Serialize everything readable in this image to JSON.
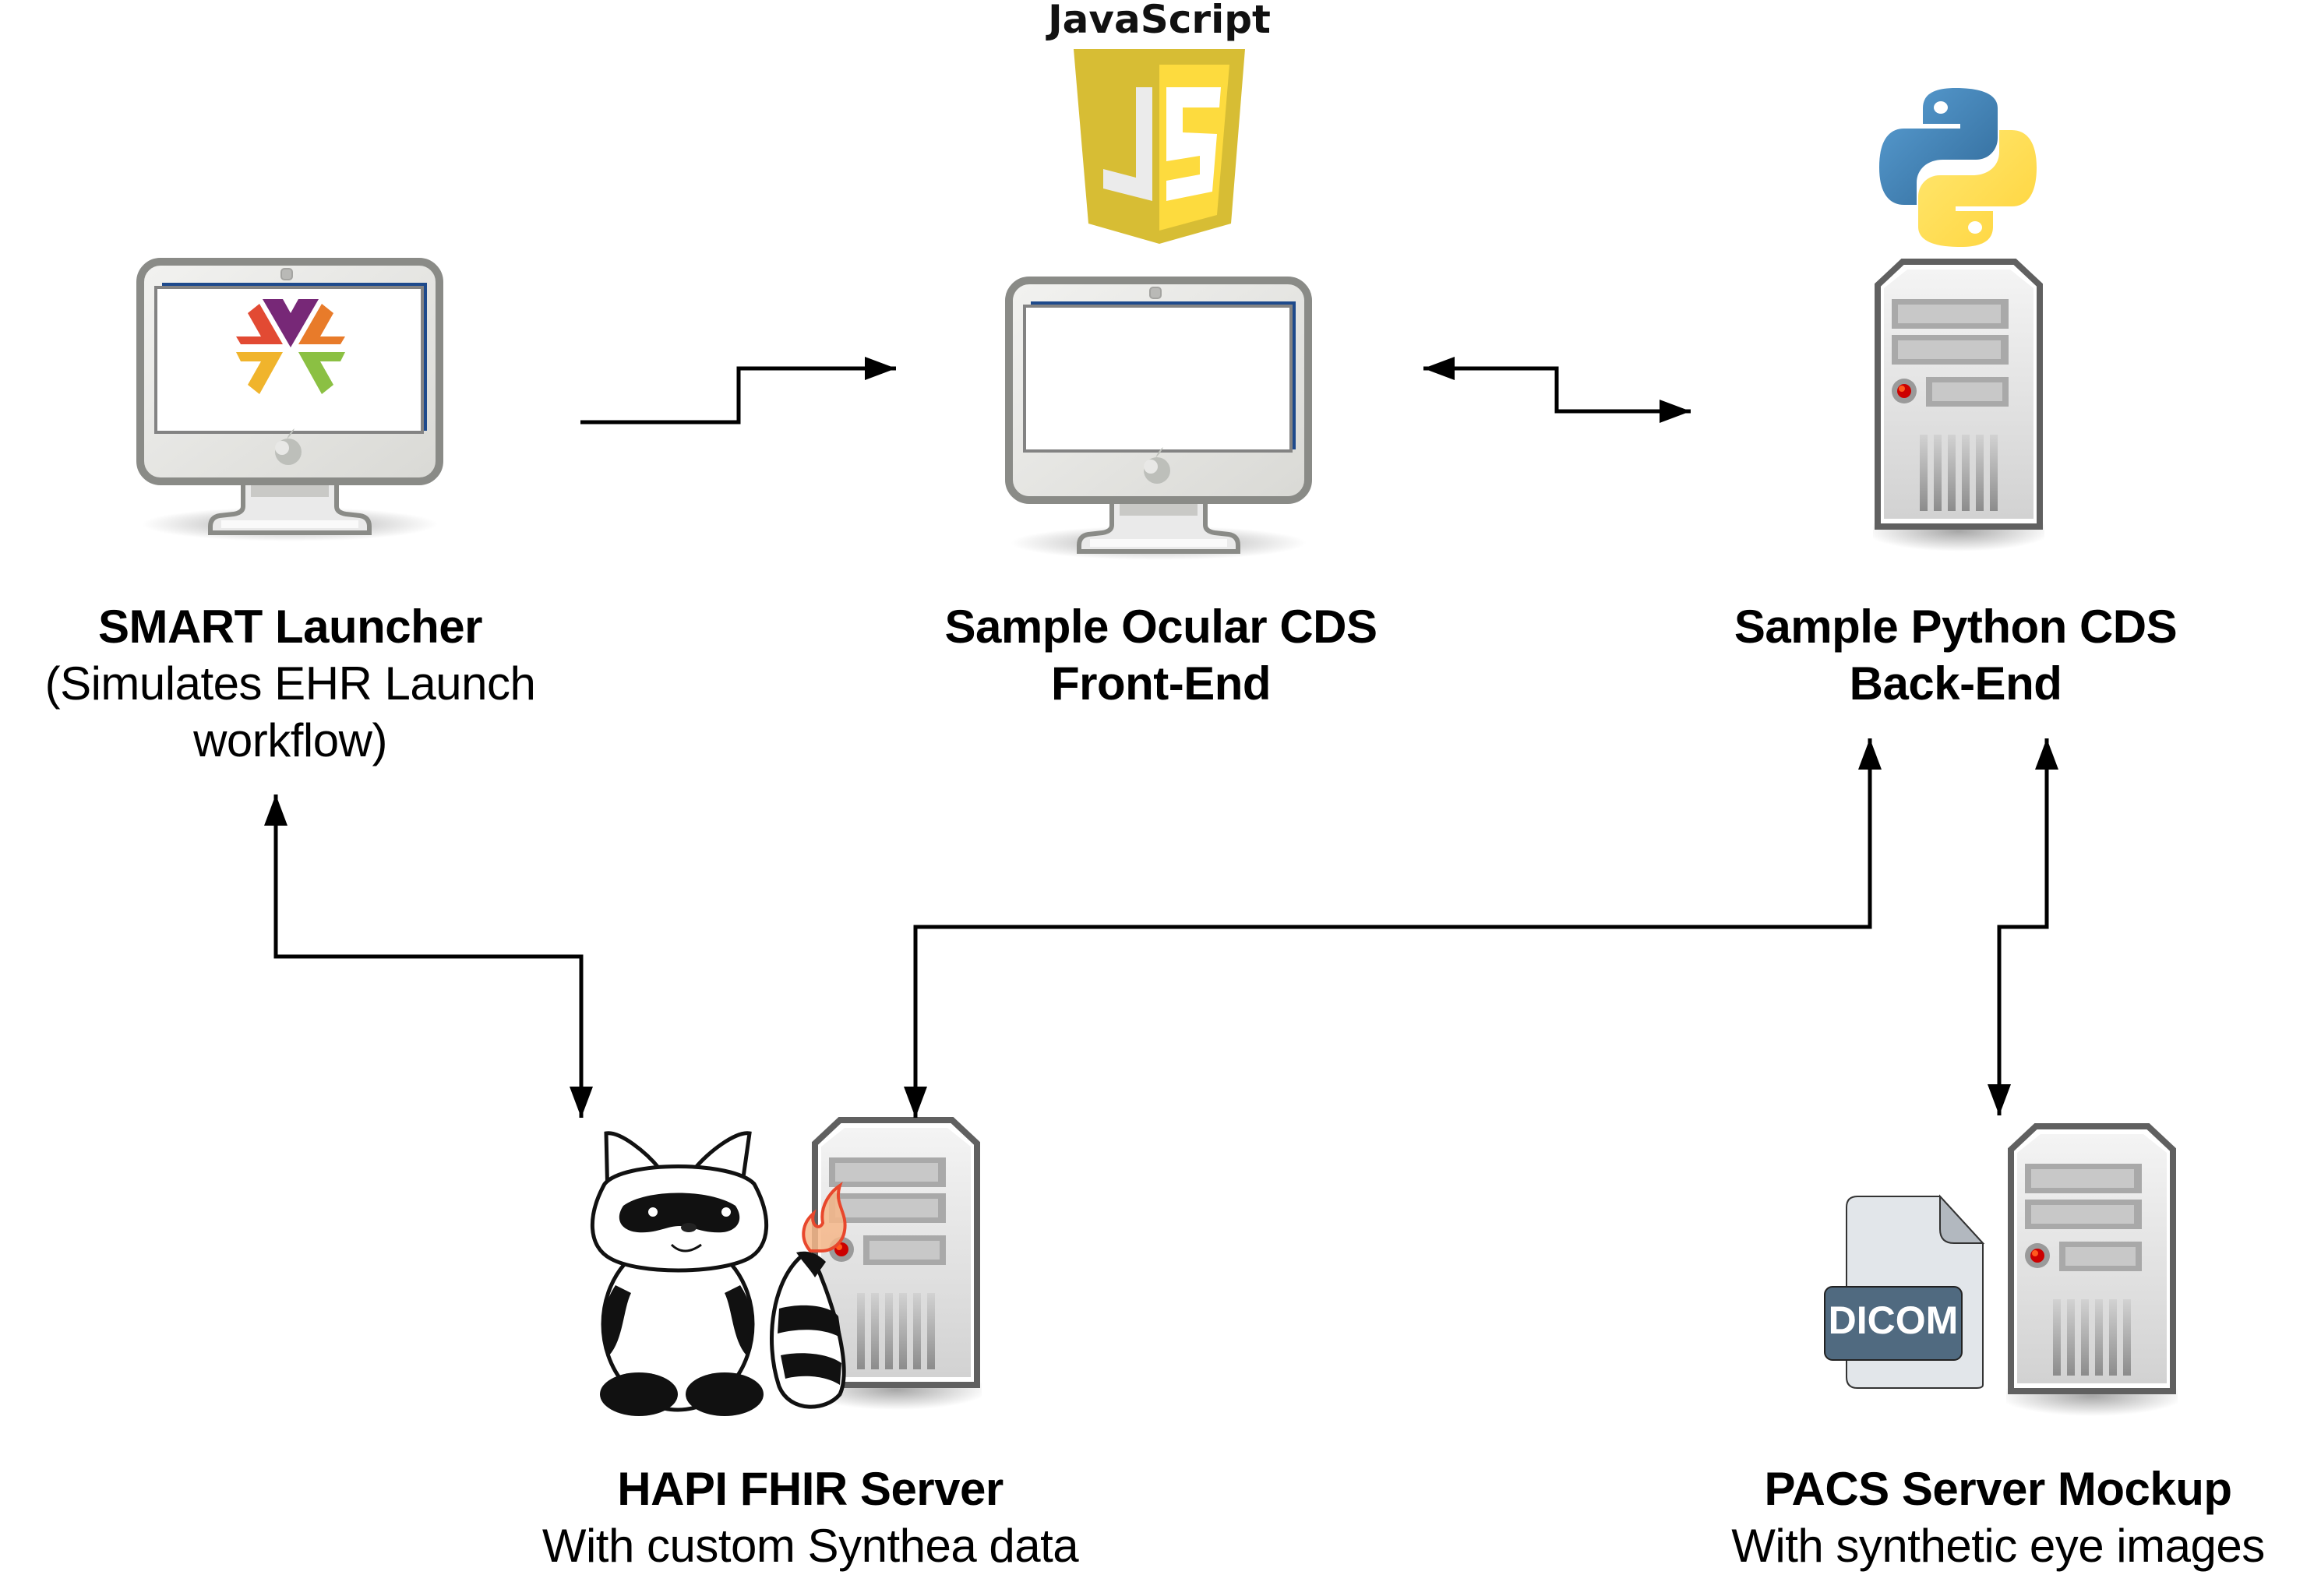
{
  "diagram": {
    "nodes": {
      "smart_launcher": {
        "title": "SMART Launcher",
        "subtitle_line1": "(Simulates EHR Launch",
        "subtitle_line2": "workflow)",
        "icon": "desktop-monitor-icon",
        "logo": "smart-on-fhir-logo",
        "logo_colors": [
          "#e24a33",
          "#772877",
          "#e87b2a",
          "#f0b42c",
          "#8bc043"
        ]
      },
      "frontend": {
        "title_line1": "Sample Ocular CDS",
        "title_line2": "Front-End",
        "icon": "desktop-monitor-icon",
        "tech_label": "JavaScript",
        "tech_logo": "javascript-shield-logo",
        "tech_colors": [
          "#d7bd34",
          "#fddb3e",
          "#ebebeb",
          "#ffffff"
        ]
      },
      "backend": {
        "title_line1": "Sample Python CDS",
        "title_line2": "Back-End",
        "icon": "server-tower-icon",
        "tech_logo": "python-logo",
        "tech_colors": [
          "#3b76a8",
          "#fedc5a"
        ]
      },
      "fhir_server": {
        "title": "HAPI FHIR Server",
        "subtitle": "With custom Synthea data",
        "icon": "server-tower-icon",
        "mascot": "raccoon-flame-mascot"
      },
      "pacs_server": {
        "title": "PACS Server Mockup",
        "subtitle": "With synthetic eye images",
        "icon": "server-tower-icon",
        "file_badge": "DICOM",
        "file_badge_color": "#506a80"
      }
    },
    "edges": [
      {
        "from": "smart_launcher",
        "to": "frontend",
        "direction": "one-way"
      },
      {
        "from": "frontend",
        "to": "backend",
        "direction": "bidirectional"
      },
      {
        "from": "smart_launcher",
        "to": "fhir_server",
        "direction": "bidirectional"
      },
      {
        "from": "backend",
        "to": "fhir_server",
        "direction": "bidirectional"
      },
      {
        "from": "backend",
        "to": "pacs_server",
        "direction": "bidirectional"
      }
    ]
  }
}
